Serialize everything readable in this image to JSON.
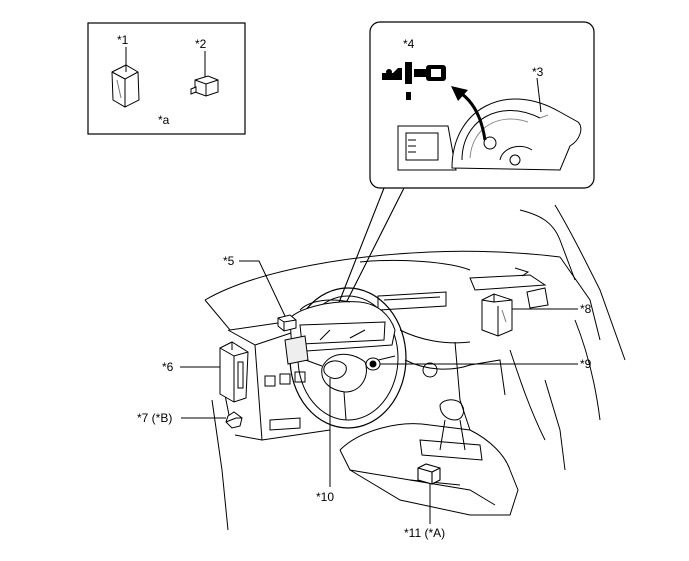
{
  "labels": {
    "c1": "*1",
    "c2": "*2",
    "ca": "*a",
    "c3": "*3",
    "c4": "*4",
    "c5": "*5",
    "c6": "*6",
    "c7": "*7 (*B)",
    "c8": "*8",
    "c9": "*9",
    "c10": "*10",
    "c11": "*11 (*A)"
  },
  "colors": {
    "ink": "#000000",
    "background": "#ffffff",
    "fill_light": "#eeeeee"
  },
  "icons": {
    "warning_symbol": "seatbelt-reminder-icon",
    "arrow": "curved-arrow-icon"
  }
}
